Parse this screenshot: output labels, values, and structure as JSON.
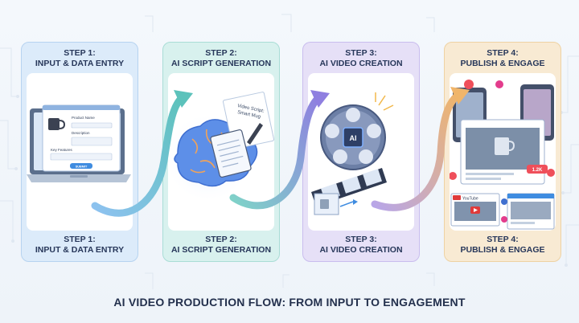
{
  "steps": [
    {
      "step": "STEP 1:",
      "title": "INPUT & DATA ENTRY"
    },
    {
      "step": "STEP 2:",
      "title": "AI SCRIPT GENERATION"
    },
    {
      "step": "STEP 3:",
      "title": "AI VIDEO CREATION"
    },
    {
      "step": "STEP 4:",
      "title": "PUBLISH & ENGAGE"
    }
  ],
  "form": {
    "product_name_label": "Product Name",
    "description_label": "Description",
    "key_features_label": "Key Features",
    "submit_label": "SUBMIT"
  },
  "script_doc": {
    "line1": "Video Script:",
    "line2": "Smart Mug"
  },
  "ai_badge": "AI",
  "social": {
    "channel": "YouTube",
    "likes": "1.2K"
  },
  "footer_title": "AI VIDEO PRODUCTION FLOW: FROM INPUT TO ENGAGEMENT",
  "colors": {
    "step1": "#dcebfa",
    "step2": "#d8f1ee",
    "step3": "#e6e0f7",
    "step4": "#f8ead3",
    "accent_blue": "#3f8ce0",
    "accent_red": "#ef4f5a"
  }
}
